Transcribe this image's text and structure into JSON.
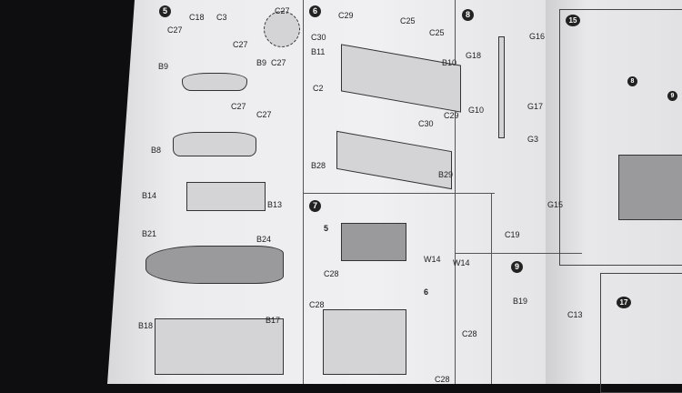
{
  "steps": {
    "s5": "5",
    "s6": "6",
    "s7": "7",
    "s8": "8",
    "s9": "9",
    "s15": "15",
    "s17": "17"
  },
  "step5_labels": [
    "C18",
    "C3",
    "C27",
    "C27",
    "C27",
    "B9",
    "C27",
    "B9",
    "C27",
    "C27",
    "B8",
    "B14",
    "B13",
    "B21",
    "B24",
    "B18",
    "B17"
  ],
  "step6_labels": [
    "C29",
    "C30",
    "B11",
    "C25",
    "C25",
    "B10",
    "C2",
    "C30",
    "C29",
    "B28",
    "B29"
  ],
  "step7_labels": [
    "5",
    "C28",
    "W14",
    "W14",
    "6",
    "C28",
    "C28",
    "C28"
  ],
  "step8_labels": [
    "G16",
    "G18",
    "G10",
    "G17",
    "G3",
    "G15",
    "C19"
  ],
  "step9_labels": [
    "B19",
    "C13"
  ],
  "step15_labels": [
    "8",
    "9"
  ]
}
